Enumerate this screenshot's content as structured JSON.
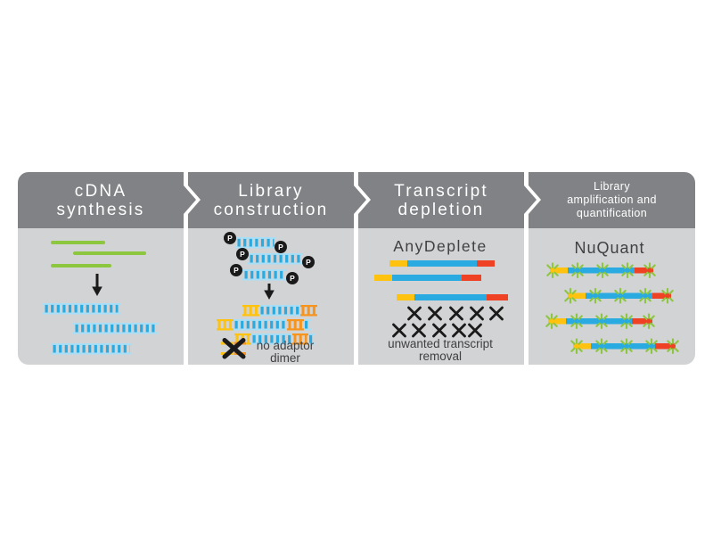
{
  "colors": {
    "header_bg": "#808285",
    "panel_bg": "#d1d3d4",
    "strand_green": "#8dc63f",
    "cdna_cyan": "#29abe2",
    "cdna_light_blue": "#a9def7",
    "adapter_yellow": "#ffc20e",
    "adapter_orange": "#f7941d",
    "bar_red": "#ef4123",
    "text_dark": "#414042",
    "ink_black": "#1a1a1a",
    "header_text": "#ffffff"
  },
  "panels": [
    {
      "id": "cdna-synthesis",
      "header_lines": [
        "cDNA",
        "synthesis"
      ]
    },
    {
      "id": "library-construction",
      "header_lines": [
        "Library",
        "construction"
      ],
      "phosphate": "P",
      "note_lines": [
        "no adaptor",
        "dimer"
      ]
    },
    {
      "id": "transcript-depletion",
      "header_lines": [
        "Transcript",
        "depletion"
      ],
      "product": "AnyDeplete",
      "note_lines": [
        "unwanted transcript",
        "removal"
      ]
    },
    {
      "id": "library-amplification-quantification",
      "header_lines": [
        "Library",
        "amplification and",
        "quantification"
      ],
      "product": "NuQuant"
    }
  ]
}
